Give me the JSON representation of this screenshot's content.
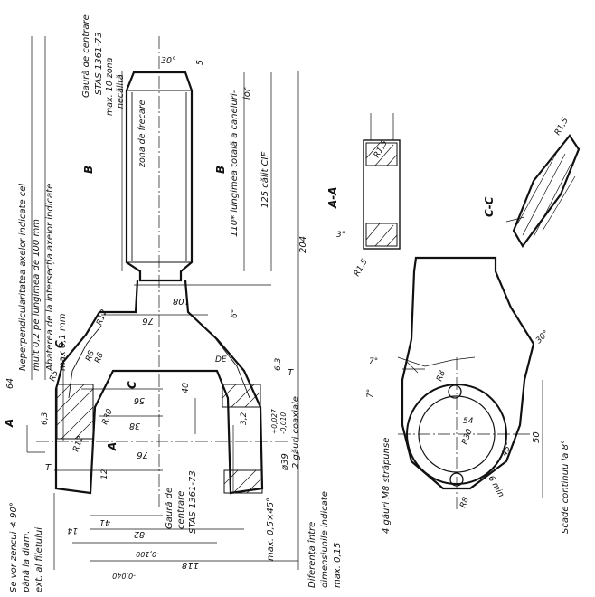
{
  "notes": {
    "perpendicularity_1": "Neperpendicularitatea axelor indicate cel",
    "perpendicularity_2": "mult 0,2 pe lungimea de 100 mm",
    "intersection_1": "Abaterea de la intersecția axelor indicate",
    "intersection_2": "max 0,1 mm",
    "countersink_1": "Se vor zencui ≮ 90°",
    "countersink_2": "până la diam.",
    "countersink_3": "ext. al filetului",
    "difference_1": "Diferența între",
    "difference_2": "dimensiunile indicate",
    "difference_3": "max. 0,15",
    "holes_m8": "4 găuri M8 străpunse",
    "centre_hole_top_1": "Gaură de centrare",
    "centre_hole_top_2": "STAS 1361-73",
    "centre_hole_mid_1": "Gaură de",
    "centre_hole_mid_2": "centrare",
    "centre_hole_mid_3": "STAS 1361-73",
    "finish_1": "max. 10 zona",
    "finish_2": "necălită",
    "friction_zone": "zona de frecare",
    "spline_length_1": "110* lungimea totală a caneluri-",
    "spline_length_2": "lor",
    "hardened": "125 călit CIF",
    "coaxial_holes": "2 găuri coaxiale",
    "chamfer": "max. 0,5×45°",
    "continuous_decrease": "Scade continuu la 8°"
  },
  "sections": {
    "aa": "A-A",
    "cc": "C-C",
    "b_left": "B",
    "b_right": "B",
    "a_top": "A",
    "a_bottom": "A",
    "c_upper": "C",
    "c_lower": "C"
  },
  "dimensions": {
    "d30deg": "30°",
    "d5": "5",
    "d204": "204",
    "d108": "108",
    "d76a": "76",
    "d76b": "76",
    "d6deg": "6°",
    "d64": "64",
    "d56": "56",
    "d40": "40",
    "d38": "38",
    "d12": "12",
    "d41": "41",
    "d82": "82",
    "d118": "118",
    "d118_tol_a": "-0,100",
    "d118_tol_b": "-0,040",
    "d14": "14",
    "d63a": "6,3",
    "d63b": "6,3",
    "d32": "3,2",
    "phi39": "ø39",
    "phi39_tol_a": "+0,027",
    "phi39_tol_b": "-0,010",
    "r5": "R5",
    "r8a": "R8",
    "r8b": "R8",
    "r12a": "R12",
    "r12b": "R12",
    "r30": "R30",
    "r30b": "R30",
    "r8c": "R8",
    "r8d": "R8",
    "r15a": "R1,5",
    "r15b": "R1,5",
    "r15c": "R1,5",
    "d3deg": "3°",
    "d7deg": "7°",
    "d7deg_b": "7°",
    "d30deg_b": "30°",
    "d54": "54",
    "d50": "50",
    "d45deg": "45°",
    "d6min": "6 min",
    "de": "DE",
    "t1": "T",
    "t2": "T"
  }
}
